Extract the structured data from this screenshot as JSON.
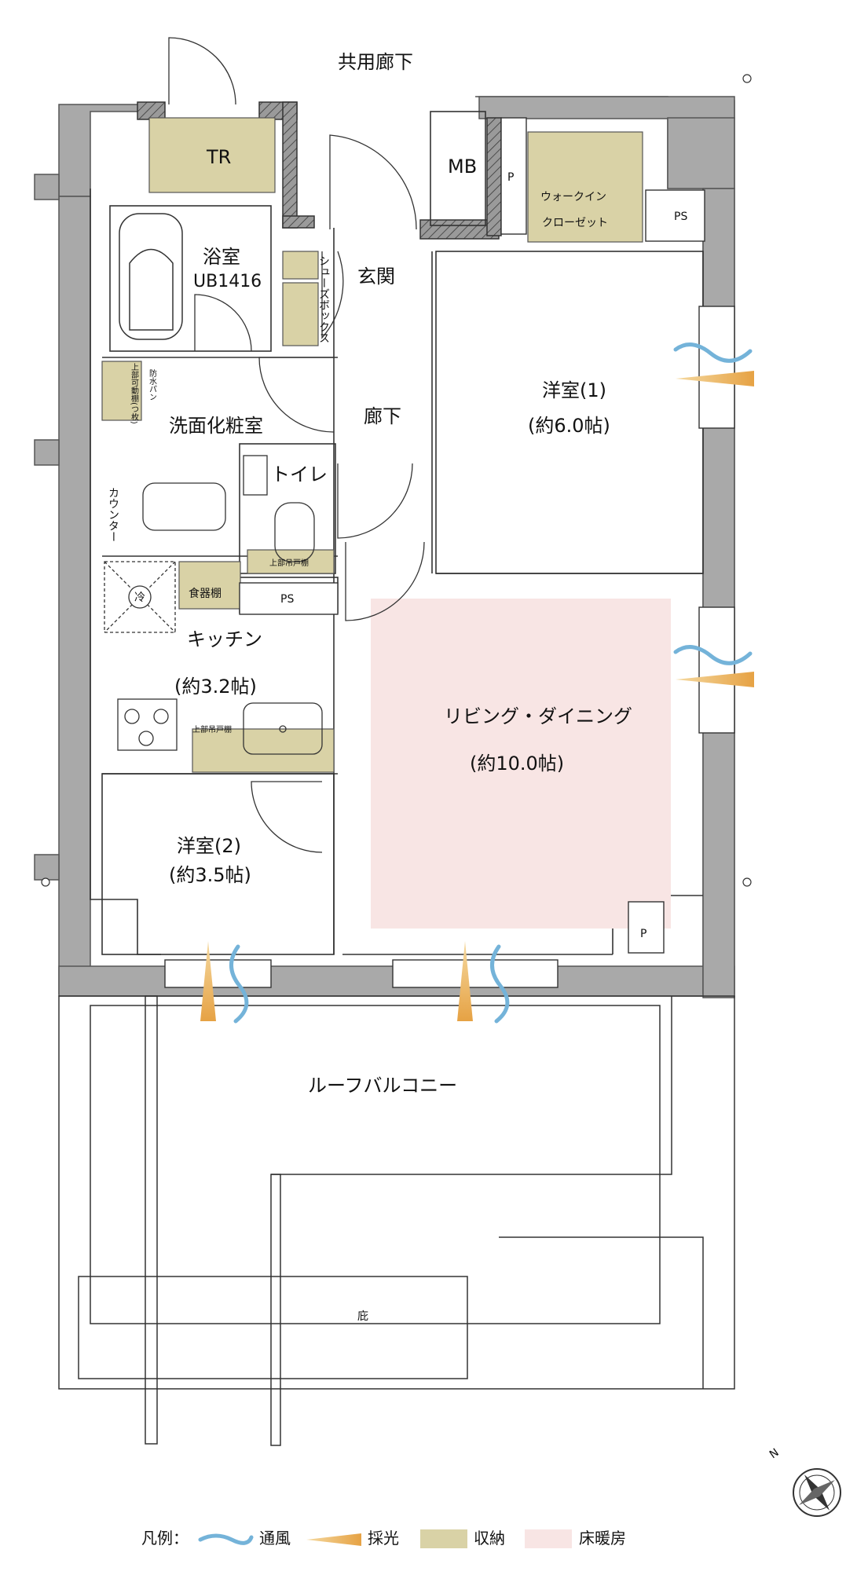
{
  "labels": {
    "corridor_common": "共用廊下",
    "tr": "TR",
    "mb": "MB",
    "p_top": "P",
    "wic": "ウォークイン",
    "wic2": "クローゼット",
    "ps_top": "PS",
    "bath": "浴室",
    "bath_model": "UB1416",
    "shoebox": "シューズボックス",
    "entrance": "玄関",
    "western1": "洋室(1)",
    "western1_size": "(約6.0帖)",
    "washroom": "洗面化粧室",
    "flood_shelf": "防水パン",
    "upper_shelf": "上部可動棚(つ枚)",
    "hallway": "廊下",
    "toilet": "トイレ",
    "toilet_upper": "上部吊戸棚",
    "counter": "カウンター",
    "fridge": "冷",
    "cupboard": "食器棚",
    "ps_mid": "PS",
    "kitchen": "キッチン",
    "kitchen_size": "(約3.2帖)",
    "kitchen_upper": "上部吊戸棚",
    "living": "リビング・ダイニング",
    "living_size": "(約10.0帖)",
    "western2": "洋室(2)",
    "western2_size": "(約3.5帖)",
    "p_bottom": "P",
    "roof_balcony": "ルーフバルコニー",
    "eaves": "庇",
    "north": "N"
  },
  "legend": {
    "title": "凡例：",
    "ventilation": "通風",
    "daylight": "採光",
    "storage": "収納",
    "floor_heating": "床暖房"
  },
  "colors": {
    "wall": "#a9a9a9",
    "storage": "#d9d2a6",
    "floor_heating": "#f8e5e4",
    "wind": "#74b3d9",
    "light": "#e9a94a",
    "line": "#333333"
  }
}
